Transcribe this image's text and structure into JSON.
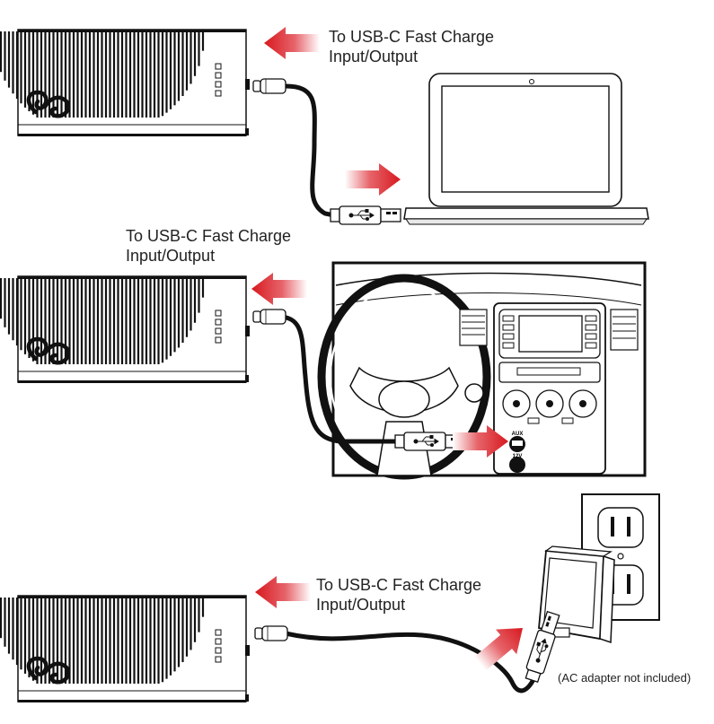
{
  "scenes": [
    {
      "id": "laptop",
      "label_line1": "To USB-C Fast Charge",
      "label_line2": "Input/Output",
      "target": "laptop"
    },
    {
      "id": "car",
      "label_line1": "To USB-C Fast Charge",
      "label_line2": "Input/Output",
      "target": "car-dashboard"
    },
    {
      "id": "wall",
      "label_line1": "To USB-C Fast Charge",
      "label_line2": "Input/Output",
      "target": "wall-outlet"
    }
  ],
  "car_ports": {
    "aux_label": "AUX",
    "twelve_v_label": "12V"
  },
  "wall_note": "(AC adapter not included)",
  "icons": [
    "power-bank-icon",
    "brand-logo-icon",
    "arrow-icon",
    "usb-c-plug-icon",
    "usb-a-plug-icon",
    "usb-symbol-icon",
    "laptop-icon",
    "dashboard-icon",
    "outlet-icon",
    "wall-adapter-icon"
  ],
  "colors": {
    "arrow": "#d7191f",
    "line": "#111111",
    "background": "#ffffff"
  }
}
